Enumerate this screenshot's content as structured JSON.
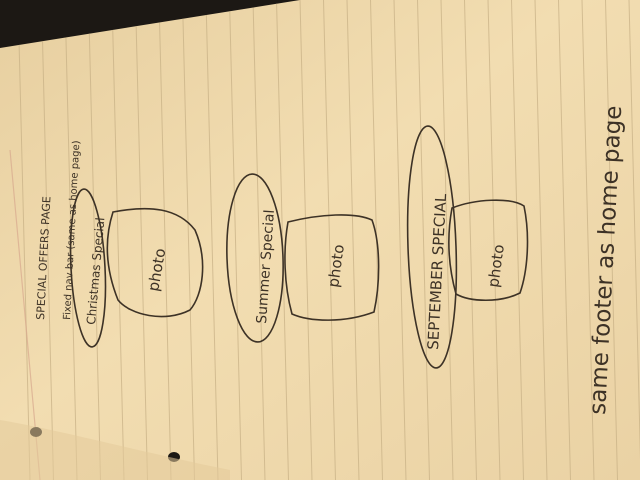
{
  "sketch": {
    "page_heading": "SPECIAL OFFERS PAGE",
    "nav_note": "Fixed nav bar (same as home page)",
    "offers": [
      {
        "title": "Christmas Special",
        "photo_label": "photo"
      },
      {
        "title": "Summer Special",
        "photo_label": "photo"
      },
      {
        "title": "SEPTEMBER SPECIAL",
        "photo_label": "photo"
      }
    ],
    "footer_note": "same footer as home page"
  },
  "colors": {
    "paper": "#f1dcae",
    "ruled_line": "#c9b287",
    "pen_ink": "#3d3226",
    "margin_line": "#d8a98e",
    "background": "#1c1814"
  }
}
